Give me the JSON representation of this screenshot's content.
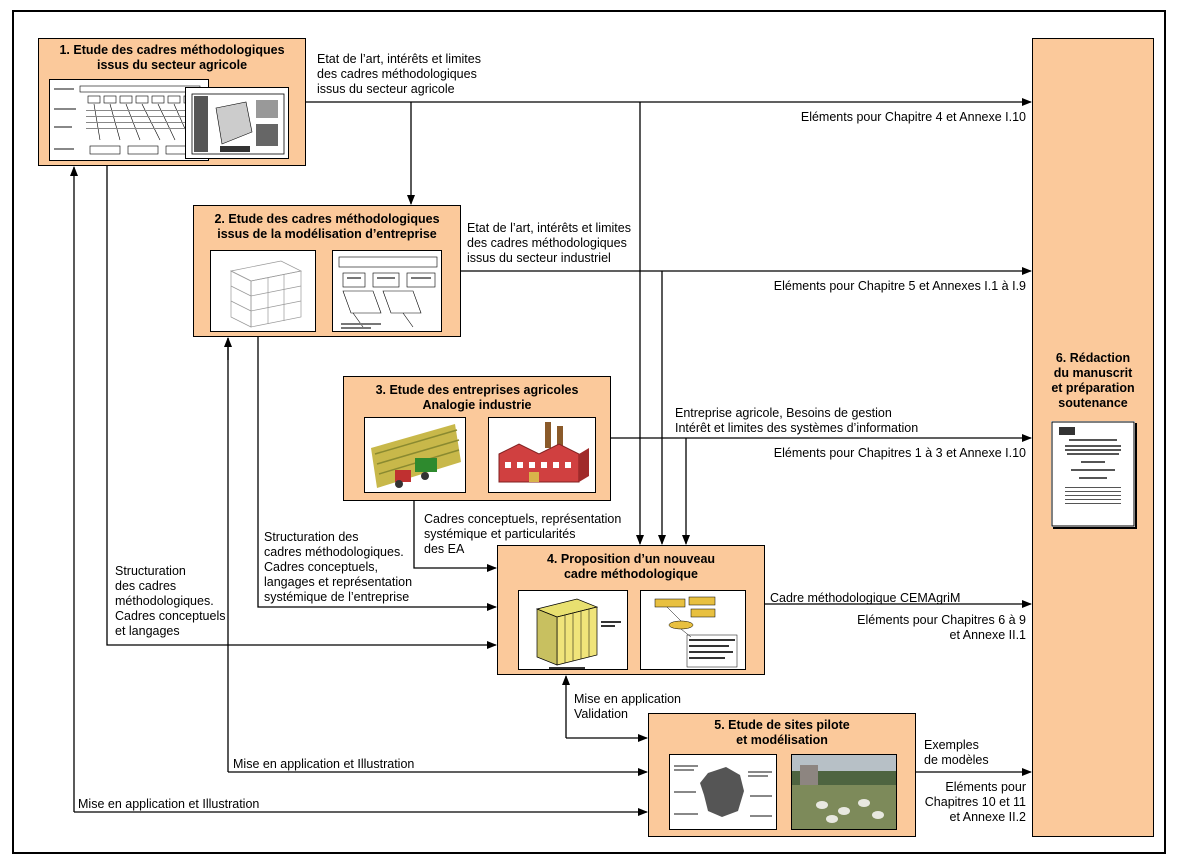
{
  "boxes": {
    "b1": {
      "title": "1. Etude des cadres méthodologiques\nissus du secteur agricole"
    },
    "b2": {
      "title": "2. Etude des cadres méthodologiques\nissus de la modélisation d’entreprise"
    },
    "b3": {
      "title": "3. Etude des entreprises agricoles\nAnalogie industrie"
    },
    "b4": {
      "title": "4. Proposition d’un nouveau\ncadre méthodologique"
    },
    "b5": {
      "title": "5. Etude de sites pilote\net modélisation"
    },
    "b6": {
      "title": "6. Rédaction\ndu manuscrit\net préparation\nsoutenance"
    }
  },
  "labels": {
    "b1_out": "Etat de l’art, intérêts et limites\ndes cadres méthodologiques\nissus du secteur agricole",
    "ch4": "Eléments pour Chapitre 4 et Annexe I.10",
    "b2_out": "Etat de l’art, intérêts et limites\ndes cadres méthodologiques\nissus du secteur industriel",
    "ch5": "Eléments pour Chapitre 5 et Annexes I.1 à I.9",
    "b3_out": "Entreprise agricole, Besoins de gestion\nIntérêt et limites des systèmes d’information",
    "ch13": "Eléments pour Chapitres 1 à 3 et Annexe I.10",
    "b3_to_b4": "Cadres conceptuels, représentation\nsystémique et particularités\ndes EA",
    "b2_to_b4": "Structuration des\ncadres méthodologiques.\nCadres conceptuels,\nlangages et  représentation\nsystémique de l’entreprise",
    "b1_to_b4": "Structuration\ndes cadres\nméthodologiques.\nCadres conceptuels\net langages",
    "cemagrim": "Cadre méthodologique CEMAgriM",
    "ch69": "Eléments pour Chapitres 6 à 9\net Annexe II.1",
    "mise_valid": "Mise en application\nValidation",
    "mise_illu2": "Mise en application et  Illustration",
    "mise_illu1": "Mise en application et  Illustration",
    "exemples": "Exemples\nde modèles",
    "ch1011": "Eléments pour\nChapitres 10 et 11\net Annexe II.2"
  }
}
